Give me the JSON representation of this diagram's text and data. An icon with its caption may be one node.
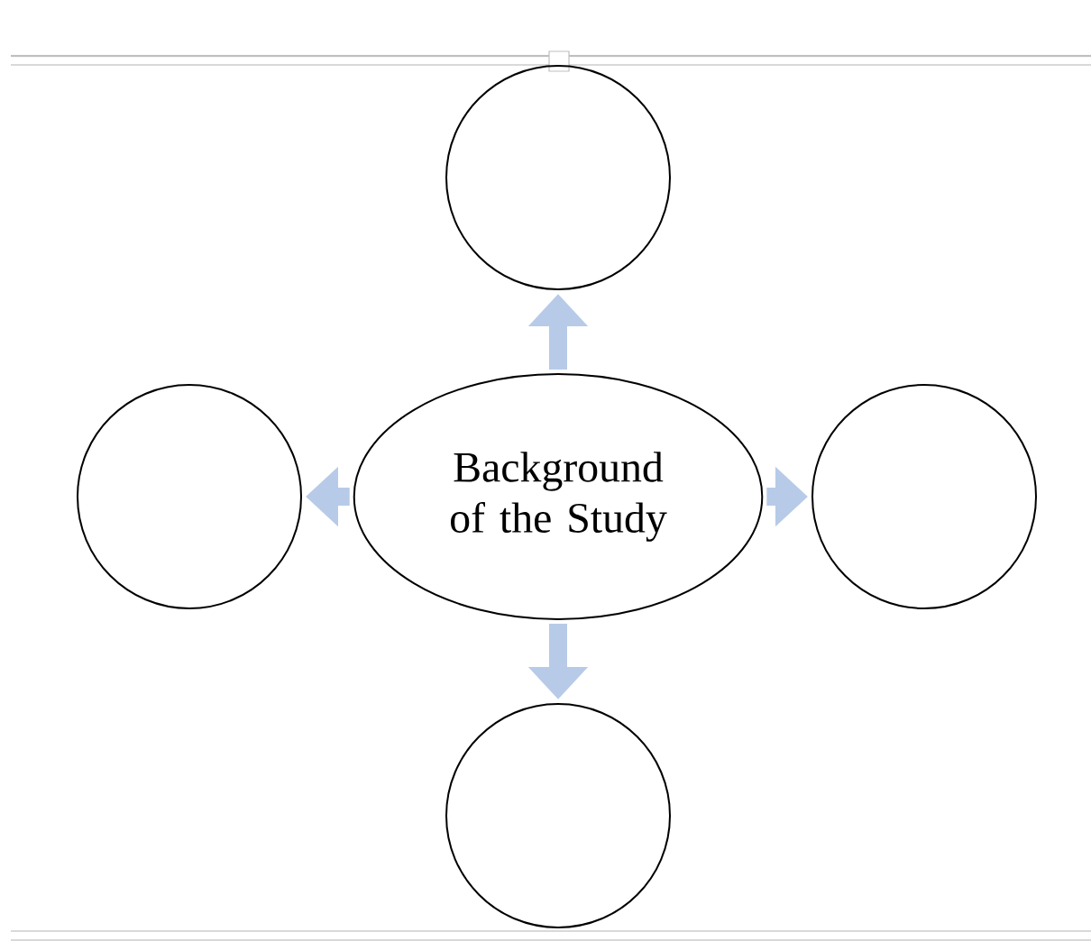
{
  "diagram": {
    "nodes": [
      {
        "text": [],
        "shape": "circle"
      },
      {
        "text": [],
        "shape": "circle"
      },
      {
        "text": [
          "Background of the Study"
        ]
      },
      {
        "text": [],
        "shape": "circle"
      },
      {
        "text": [],
        "shape": "circle"
      }
    ],
    "edges": [
      {
        "from": 2,
        "to": 0,
        "arrow": "to"
      },
      {
        "from": 2,
        "to": 1,
        "arrow": "to"
      },
      {
        "from": 2,
        "to": 3,
        "arrow": "to"
      },
      {
        "from": 2,
        "to": 4,
        "arrow": "to"
      }
    ]
  }
}
